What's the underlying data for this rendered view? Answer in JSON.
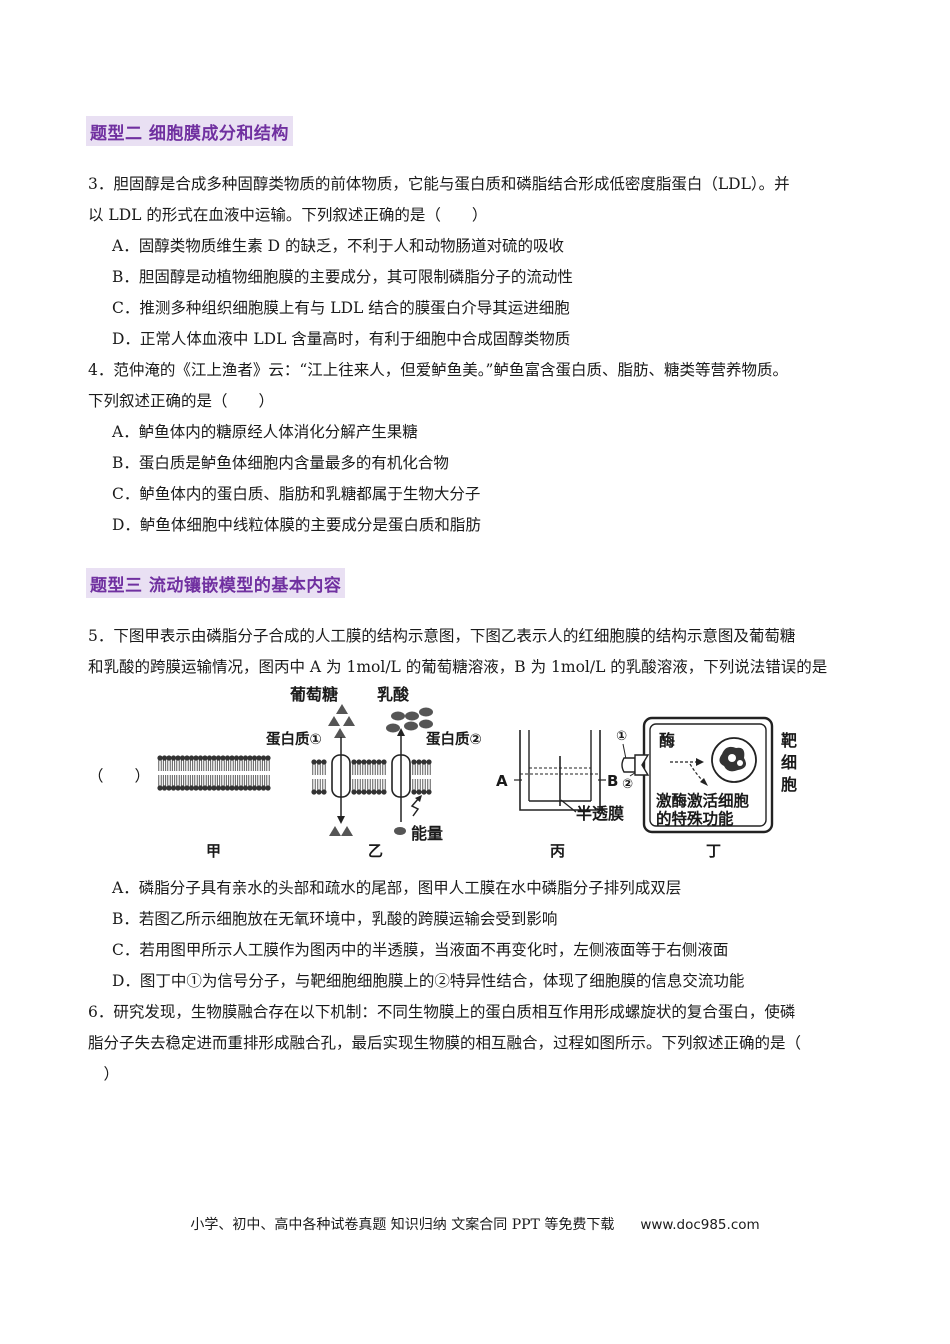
{
  "section2": {
    "title": "题型二 细胞膜成分和结构"
  },
  "q3": {
    "stem_line1": "3．胆固醇是合成多种固醇类物质的前体物质，它能与蛋白质和磷脂结合形成低密度脂蛋白（LDL）。并",
    "stem_line2": "以 LDL 的形式在血液中运输。下列叙述正确的是（　　）",
    "options": [
      "A．固醇类物质维生素 D 的缺乏，不利于人和动物肠道对硫的吸收",
      "B．胆固醇是动植物细胞膜的主要成分，其可限制磷脂分子的流动性",
      "C．推测多种组织细胞膜上有与 LDL 结合的膜蛋白介导其运进细胞",
      "D．正常人体血液中 LDL 含量高时，有利于细胞中合成固醇类物质"
    ]
  },
  "q4": {
    "stem_line1": "4．范仲淹的《江上渔者》云：“江上往来人，但爱鲈鱼美。”鲈鱼富含蛋白质、脂肪、糖类等营养物质。",
    "stem_line2": "下列叙述正确的是（　　）",
    "options": [
      "A．鲈鱼体内的糖原经人体消化分解产生果糖",
      "B．蛋白质是鲈鱼体细胞内含量最多的有机化合物",
      "C．鲈鱼体内的蛋白质、脂肪和乳糖都属于生物大分子",
      "D．鲈鱼体细胞中线粒体膜的主要成分是蛋白质和脂肪"
    ]
  },
  "section3": {
    "title": "题型三 流动镶嵌模型的基本内容"
  },
  "q5": {
    "stem_line1": "5．下图甲表示由磷脂分子合成的人工膜的结构示意图，下图乙表示人的红细胞膜的结构示意图及葡萄糖",
    "stem_line2": "和乳酸的跨膜运输情况，图丙中 A 为 1mol/L 的葡萄糖溶液，B 为 1mol/L 的乳酸溶液，下列说法错误的是",
    "blank": "（　　）",
    "figure": {
      "glucose": "葡萄糖",
      "lactic": "乳酸",
      "protein1": "蛋白质①",
      "protein2": "蛋白质②",
      "energy": "能量",
      "label_a": "A",
      "label_b": "B",
      "semi_membrane": "半透膜",
      "enzyme": "酶",
      "mark1": "①",
      "mark2": "②",
      "target_cell": [
        "靶",
        "细",
        "胞"
      ],
      "activate_line1": "激酶激活细胞",
      "activate_line2": "的特殊功能",
      "captions": [
        "甲",
        "乙",
        "丙",
        "丁"
      ]
    },
    "options": [
      "A．磷脂分子具有亲水的头部和疏水的尾部，图甲人工膜在水中磷脂分子排列成双层",
      "B．若图乙所示细胞放在无氧环境中，乳酸的跨膜运输会受到影响",
      "C．若用图甲所示人工膜作为图丙中的半透膜，当液面不再变化时，左侧液面等于右侧液面",
      "D．图丁中①为信号分子，与靶细胞细胞膜上的②特异性结合，体现了细胞膜的信息交流功能"
    ]
  },
  "q6": {
    "stem_line1": "6．研究发现，生物膜融合存在以下机制：不同生物膜上的蛋白质相互作用形成螺旋状的复合蛋白，使磷",
    "stem_line2": "脂分子失去稳定进而重排形成融合孔，最后实现生物膜的相互融合，过程如图所示。下列叙述正确的是（",
    "stem_line3": "　）"
  },
  "footer": {
    "text": "小学、初中、高中各种试卷真题  知识归纳  文案合同  PPT 等免费下载",
    "url": "www.doc985.com"
  }
}
